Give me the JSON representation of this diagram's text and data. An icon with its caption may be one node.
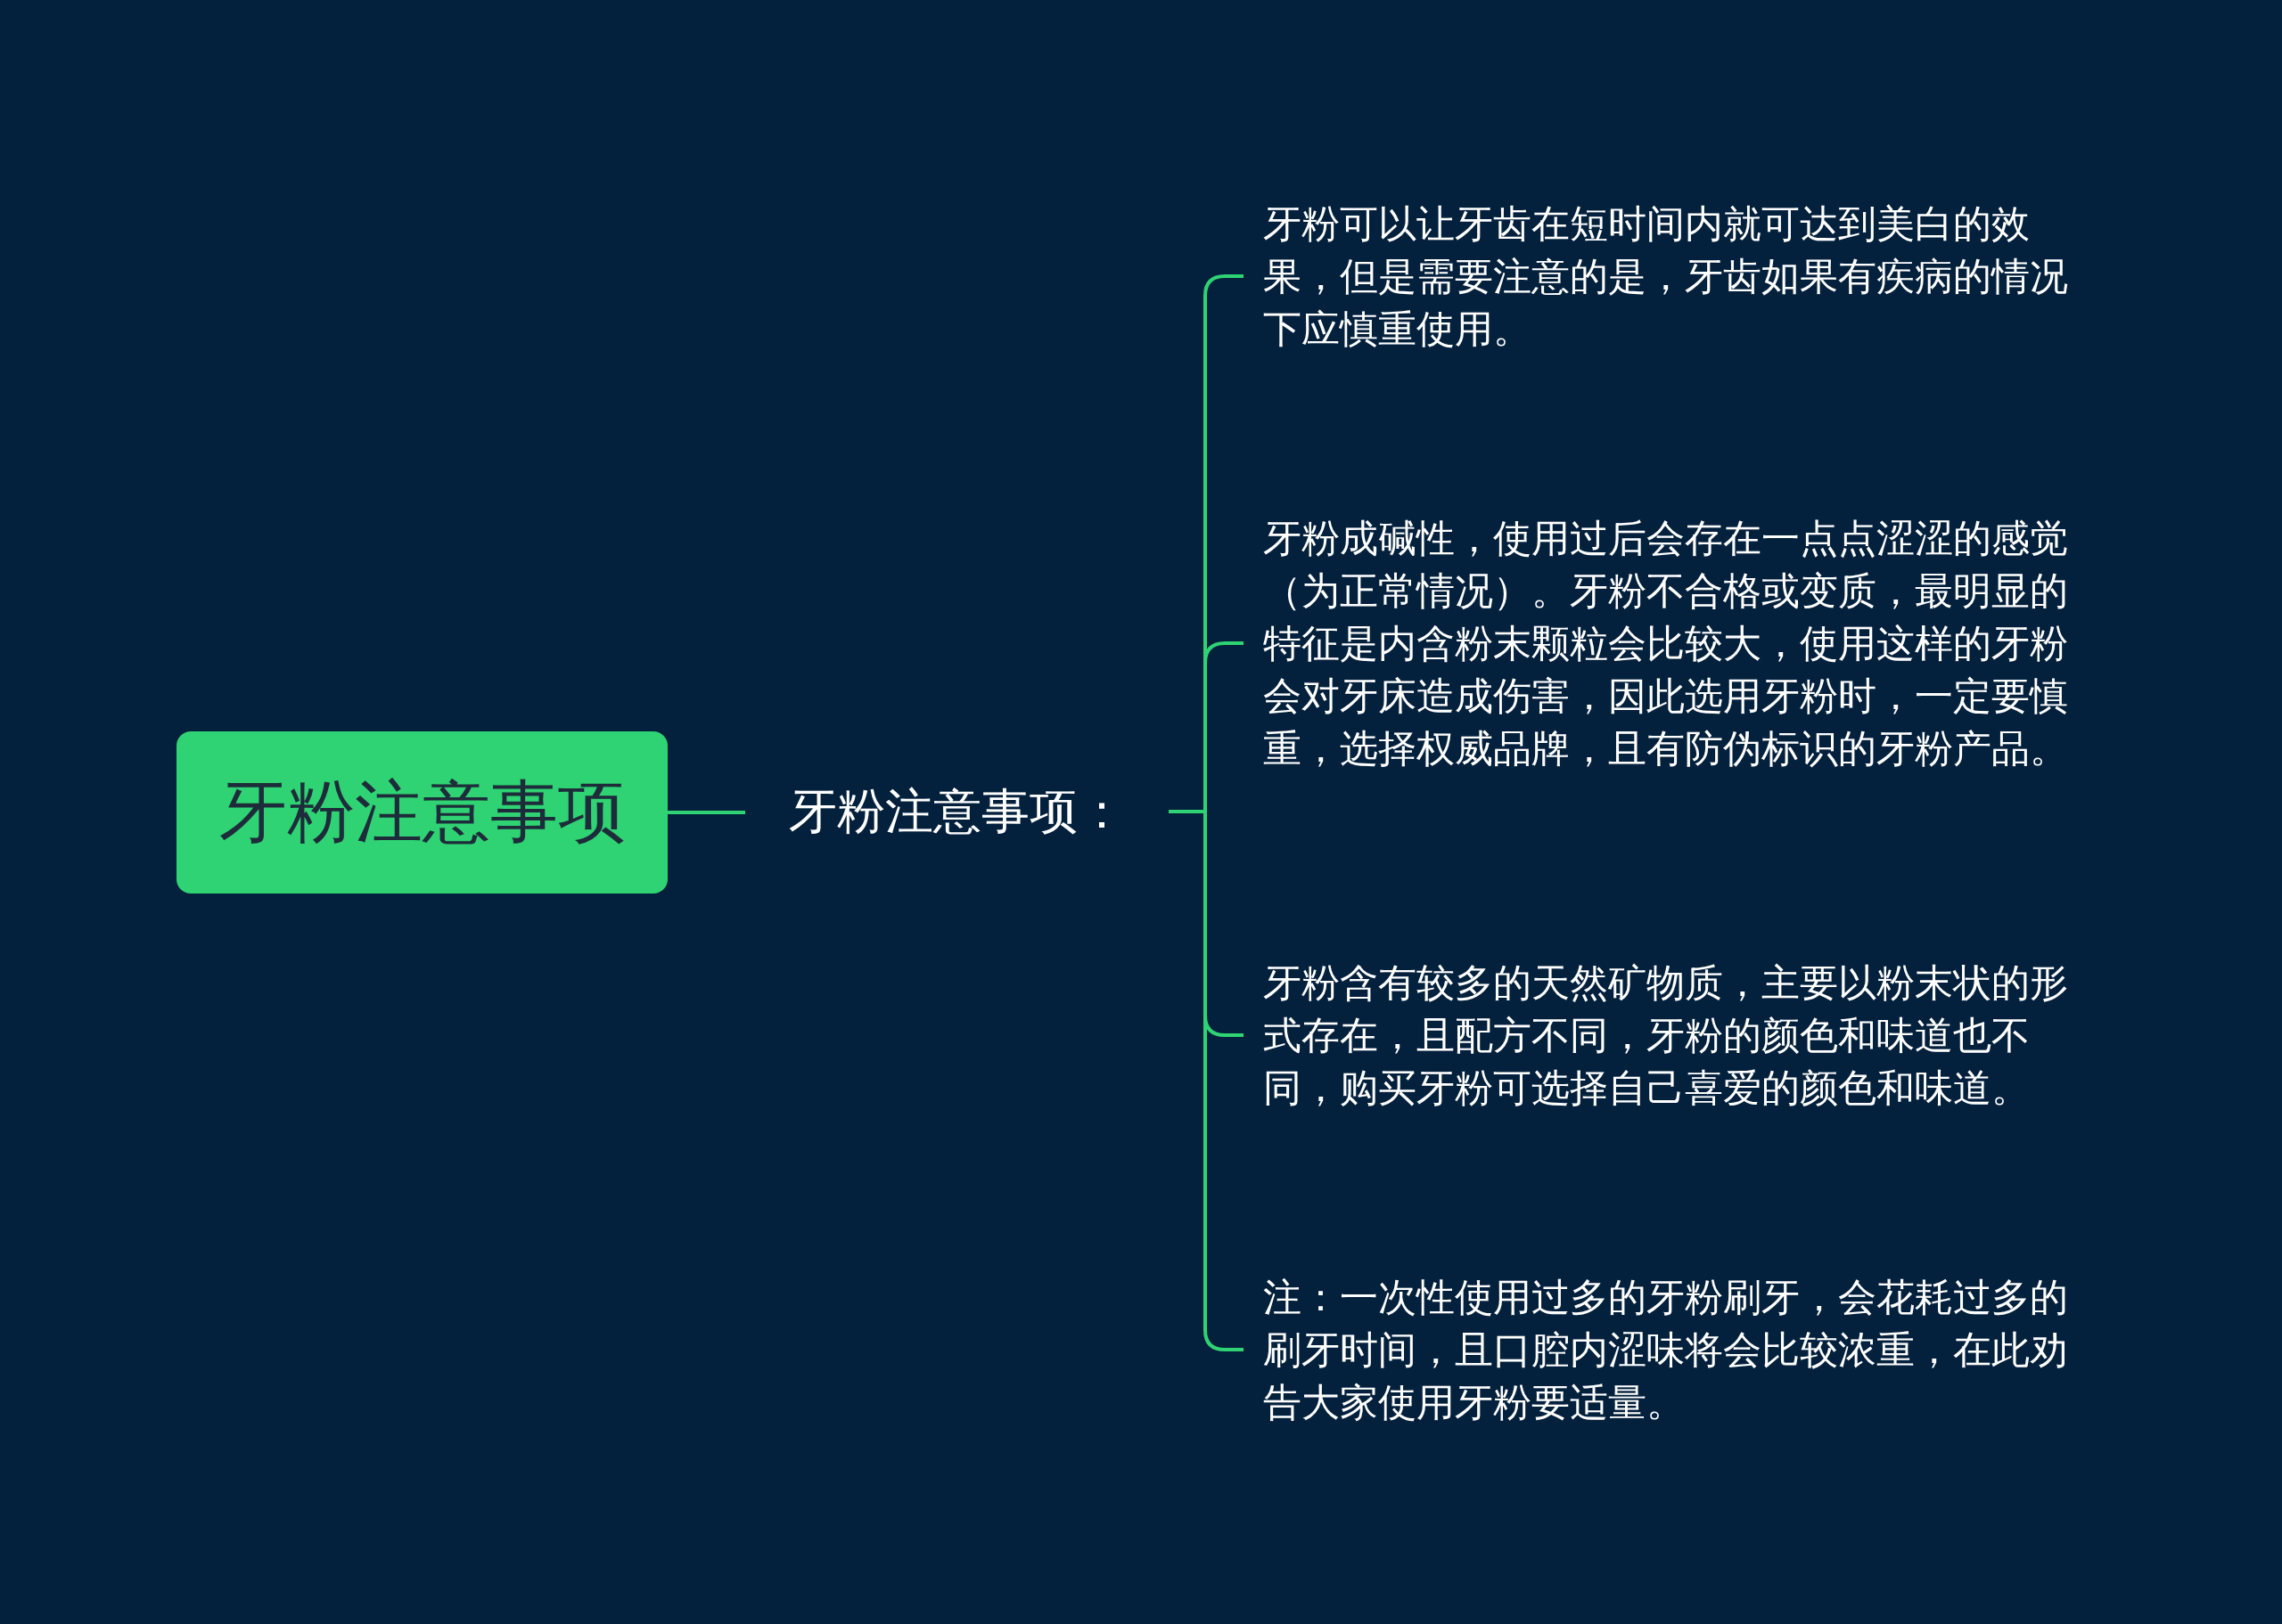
{
  "diagram": {
    "nodes": [
      {
        "text": [
          "牙粉注意事项"
        ]
      },
      {
        "text": [
          "牙粉注意事项："
        ]
      },
      {
        "text": [
          "牙粉可以让牙齿在短时间内就可达到美白的效果，但是需要注意的是，牙齿如果有疾病的情况下应慎重使用。"
        ]
      },
      {
        "text": [
          "牙粉成碱性，使用过后会存在一点点涩涩的感觉（为正常情况）。牙粉不合格或变质，最明显的特征是内含粉末颗粒会比较大，使用这样的牙粉会对牙床造成伤害，因此选用牙粉时，一定要慎重，选择权威品牌，且有防伪标识的牙粉产品。"
        ]
      },
      {
        "text": [
          "牙粉含有较多的天然矿物质，主要以粉末状的形式存在，且配方不同，牙粉的颜色和味道也不同，购买牙粉可选择自己喜爱的颜色和味道。"
        ]
      },
      {
        "text": [
          "注：一次性使用过多的牙粉刷牙，会花耗过多的刷牙时间，且口腔内涩味将会比较浓重，在此劝告大家使用牙粉要适量。"
        ]
      }
    ],
    "edges": [
      {
        "from": 0,
        "to": 1,
        "arrow": "none"
      },
      {
        "from": 1,
        "to": 2,
        "arrow": "none"
      },
      {
        "from": 1,
        "to": 3,
        "arrow": "none"
      },
      {
        "from": 1,
        "to": 4,
        "arrow": "none"
      },
      {
        "from": 1,
        "to": 5,
        "arrow": "none"
      }
    ]
  }
}
